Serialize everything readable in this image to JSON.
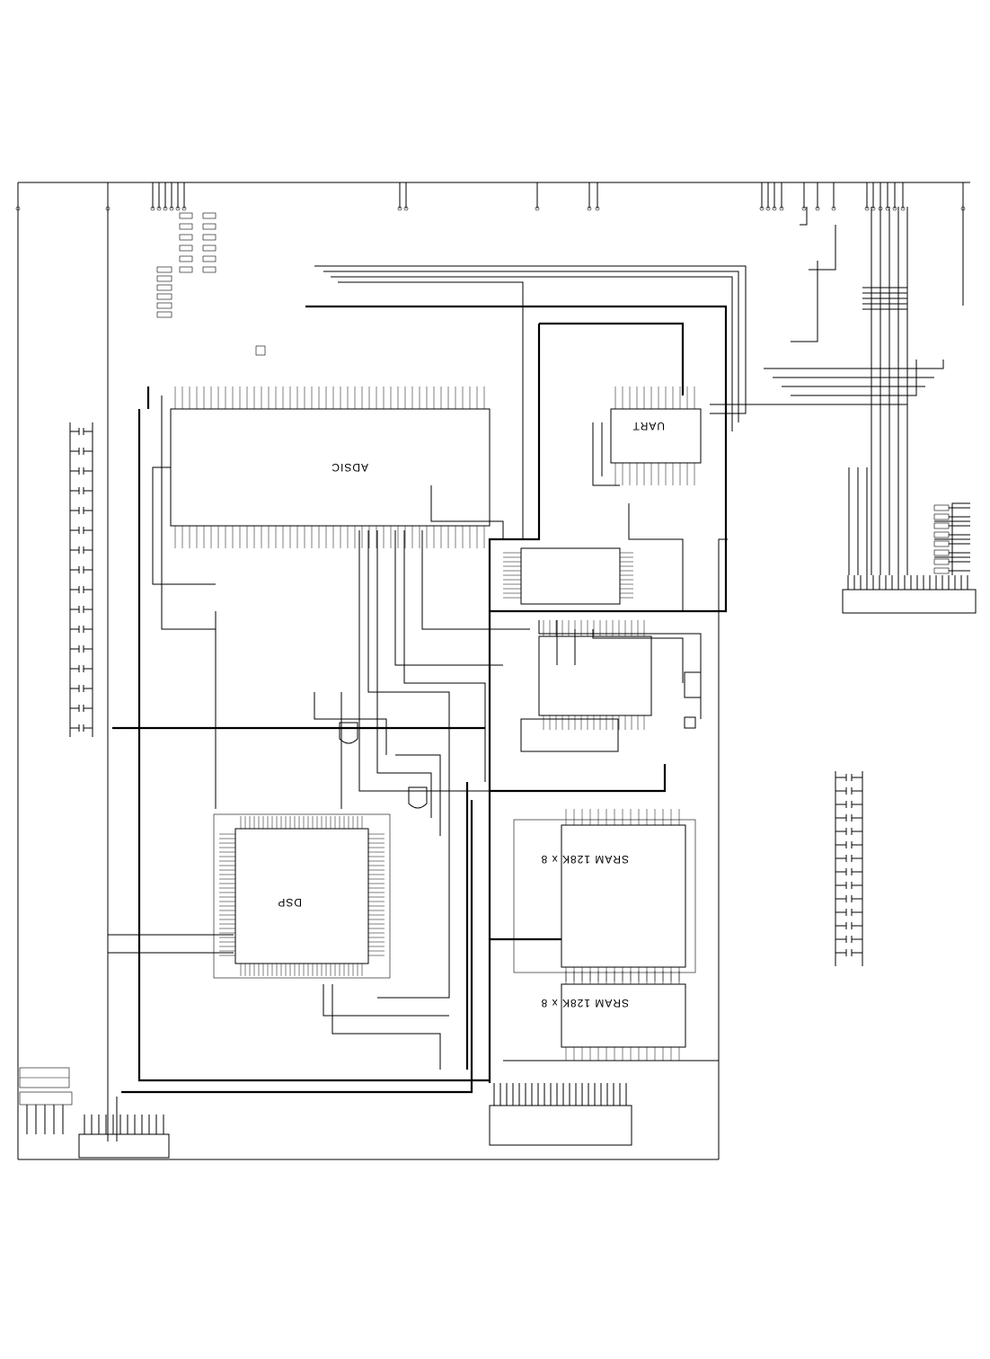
{
  "chips": {
    "adsic": {
      "label": "ADSIC"
    },
    "uart": {
      "label": "UART"
    },
    "dsp": {
      "label": "DSP"
    },
    "sram1": {
      "label": "SRAM 128K x 8"
    },
    "sram2": {
      "label": "SRAM 128K x 8"
    }
  },
  "colors": {
    "line": "#000000",
    "background": "#ffffff"
  }
}
